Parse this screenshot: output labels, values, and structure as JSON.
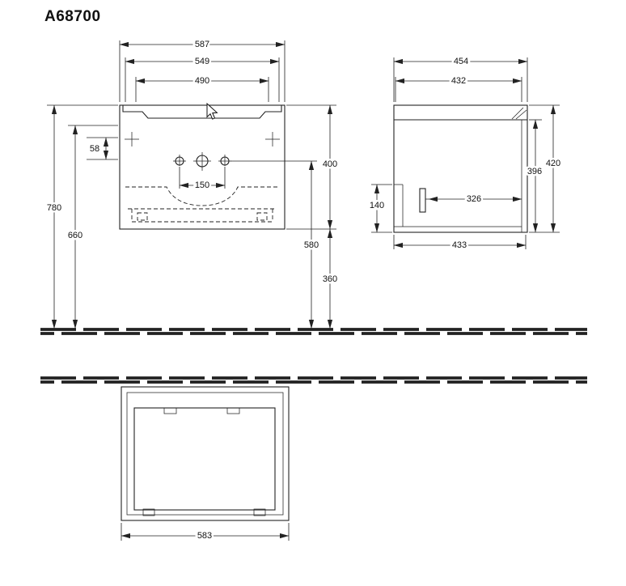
{
  "title": "A68700",
  "front_view": {
    "dims": {
      "d587": "587",
      "d549": "549",
      "d490": "490",
      "d58": "58",
      "d150": "150",
      "d780": "780",
      "d660": "660",
      "d400": "400",
      "d580": "580",
      "d360": "360"
    }
  },
  "side_view": {
    "dims": {
      "d454": "454",
      "d432": "432",
      "d420": "420",
      "d396": "396",
      "d140": "140",
      "d326": "326",
      "d433": "433"
    }
  },
  "plan_view": {
    "dims": {
      "d583": "583"
    }
  },
  "colors": {
    "background": "#ffffff",
    "line": "#222222",
    "text": "#111111"
  }
}
